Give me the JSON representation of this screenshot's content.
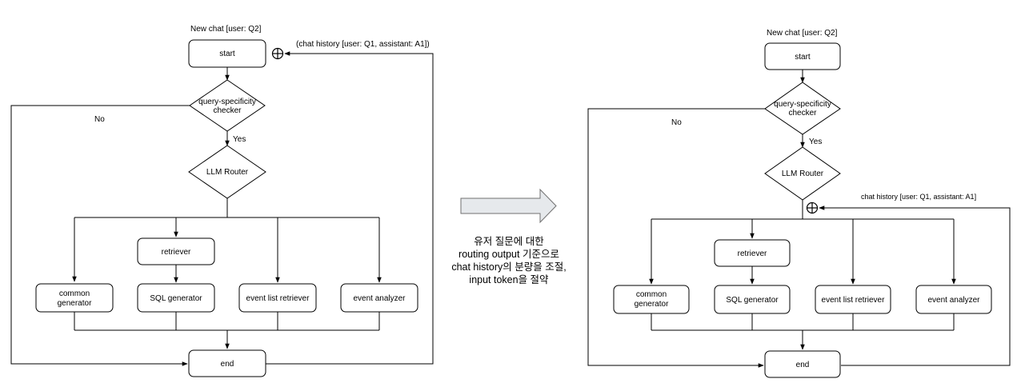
{
  "left": {
    "new_chat": "New chat [user: Q2]",
    "history": "(chat history [user: Q1, assistant: A1])",
    "start": "start",
    "checker_l1": "query-specificity",
    "checker_l2": "checker",
    "no": "No",
    "yes": "Yes",
    "router": "LLM Router",
    "retriever": "retriever",
    "common_l1": "common",
    "common_l2": "generator",
    "sql": "SQL generator",
    "event_list": "event list retriever",
    "event_analyzer": "event analyzer",
    "end": "end",
    "plus_symbol": "⊕"
  },
  "right": {
    "new_chat": "New chat [user: Q2]",
    "history": "chat history [user: Q1, assistant: A1]",
    "start": "start",
    "checker_l1": "query-specificity",
    "checker_l2": "checker",
    "no": "No",
    "yes": "Yes",
    "router": "LLM Router",
    "retriever": "retriever",
    "common_l1": "common",
    "common_l2": "generator",
    "sql": "SQL generator",
    "event_list": "event list retriever",
    "event_analyzer": "event analyzer",
    "end": "end",
    "plus_symbol": "⊕"
  },
  "middle": {
    "line1": "유저 질문에 대한",
    "line2": "routing output 기준으로",
    "line3": "chat history의 분량을 조절,",
    "line4": "input token을 절약"
  },
  "colors": {
    "transition_arrow_fill": "#E6E9EC",
    "transition_arrow_stroke": "#707070"
  }
}
